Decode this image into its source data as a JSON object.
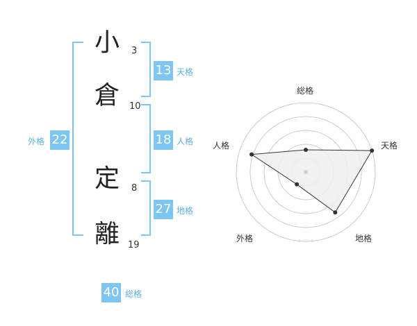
{
  "name": {
    "chars": [
      {
        "char": "小",
        "strokes": "3"
      },
      {
        "char": "倉",
        "strokes": "10"
      },
      {
        "char": "定",
        "strokes": "8"
      },
      {
        "char": "離",
        "strokes": "19"
      }
    ]
  },
  "kaku": {
    "tenkaku": {
      "label": "天格",
      "value": "13"
    },
    "jinkaku": {
      "label": "人格",
      "value": "18"
    },
    "chikaku": {
      "label": "地格",
      "value": "27"
    },
    "gaikaku": {
      "label": "外格",
      "value": "22"
    },
    "soukaku": {
      "label": "総格",
      "value": "40"
    }
  },
  "chart_data": {
    "type": "radar",
    "axes": [
      "総格",
      "天格",
      "地格",
      "外格",
      "人格"
    ],
    "values": [
      0.32,
      1.0,
      0.72,
      0.22,
      0.82
    ],
    "rings": 5,
    "colors": {
      "fill": "#efefef",
      "line": "#333333",
      "ring": "#cccccc",
      "dot": "#333333",
      "center": "#cccccc"
    }
  }
}
